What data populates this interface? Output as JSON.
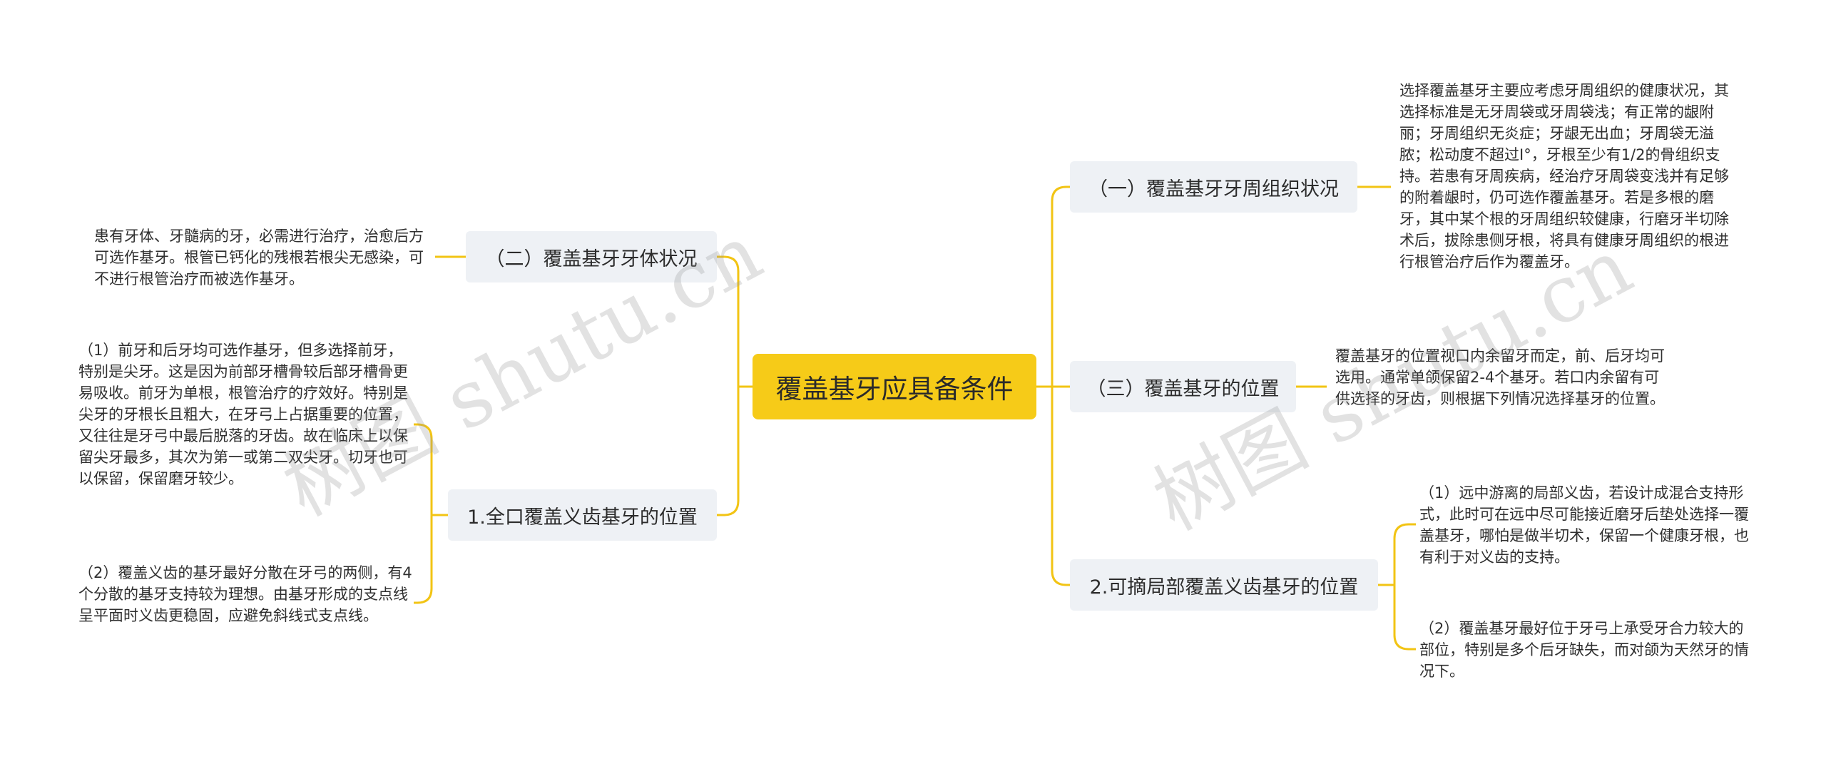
{
  "root": {
    "label": "覆盖基牙应具备条件"
  },
  "branches": [
    {
      "label": "（一）覆盖基牙牙周组织状况"
    },
    {
      "label": "（三）覆盖基牙的位置"
    },
    {
      "label": "2.可摘局部覆盖义齿基牙的位置"
    },
    {
      "label": "（二）覆盖基牙牙体状况"
    },
    {
      "label": "1.全口覆盖义齿基牙的位置"
    }
  ],
  "leaves": {
    "periodontal": "选择覆盖基牙主要应考虑牙周组织的健康状况，其选择标准是无牙周袋或牙周袋浅；有正常的龈附丽；牙周组织无炎症；牙龈无出血；牙周袋无溢脓；松动度不超过I°，牙根至少有1/2的骨组织支持。若患有牙周疾病，经治疗牙周袋变浅并有足够的附着龈时，仍可选作覆盖基牙。若是多根的磨牙，其中某个根的牙周组织较健康，行磨牙半切除术后，拔除患侧牙根，将具有健康牙周组织的根进行根管治疗后作为覆盖牙。",
    "position": "覆盖基牙的位置视口内余留牙而定，前、后牙均可选用。通常单颌保留2-4个基牙。若口内余留有可供选择的牙齿，则根据下列情况选择基牙的位置。",
    "partial_1": "（1）远中游离的局部义齿，若设计成混合支持形式，此时可在远中尽可能接近磨牙后垫处选择一覆盖基牙，哪怕是做半切术，保留一个健康牙根，也有利于对义齿的支持。",
    "partial_2": "（2）覆盖基牙最好位于牙弓上承受牙合力较大的部位，特别是多个后牙缺失，而对颌为天然牙的情况下。",
    "tooth_body": "患有牙体、牙髓病的牙，必需进行治疗，治愈后方可选作基牙。根管已钙化的残根若根尖无感染，可不进行根管治疗而被选作基牙。",
    "complete_1": "（1）前牙和后牙均可选作基牙，但多选择前牙，特别是尖牙。这是因为前部牙槽骨较后部牙槽骨更易吸收。前牙为单根，根管治疗的疗效好。特别是尖牙的牙根长且粗大，在牙弓上占据重要的位置，又往往是牙弓中最后脱落的牙齿。故在临床上以保留尖牙最多，其次为第一或第二双尖牙。切牙也可以保留，保留磨牙较少。",
    "complete_2": "（2）覆盖义齿的基牙最好分散在牙弓的两侧，有4个分散的基牙支持较为理想。由基牙形成的支点线呈平面时义齿更稳固，应避免斜线式支点线。"
  },
  "watermark": {
    "left": "树图 shutu.cn",
    "right": "树图 shutu.cn"
  },
  "colors": {
    "root": "#f6cb18",
    "connector": "#f2c414",
    "branch_bg": "#eef1f5"
  }
}
